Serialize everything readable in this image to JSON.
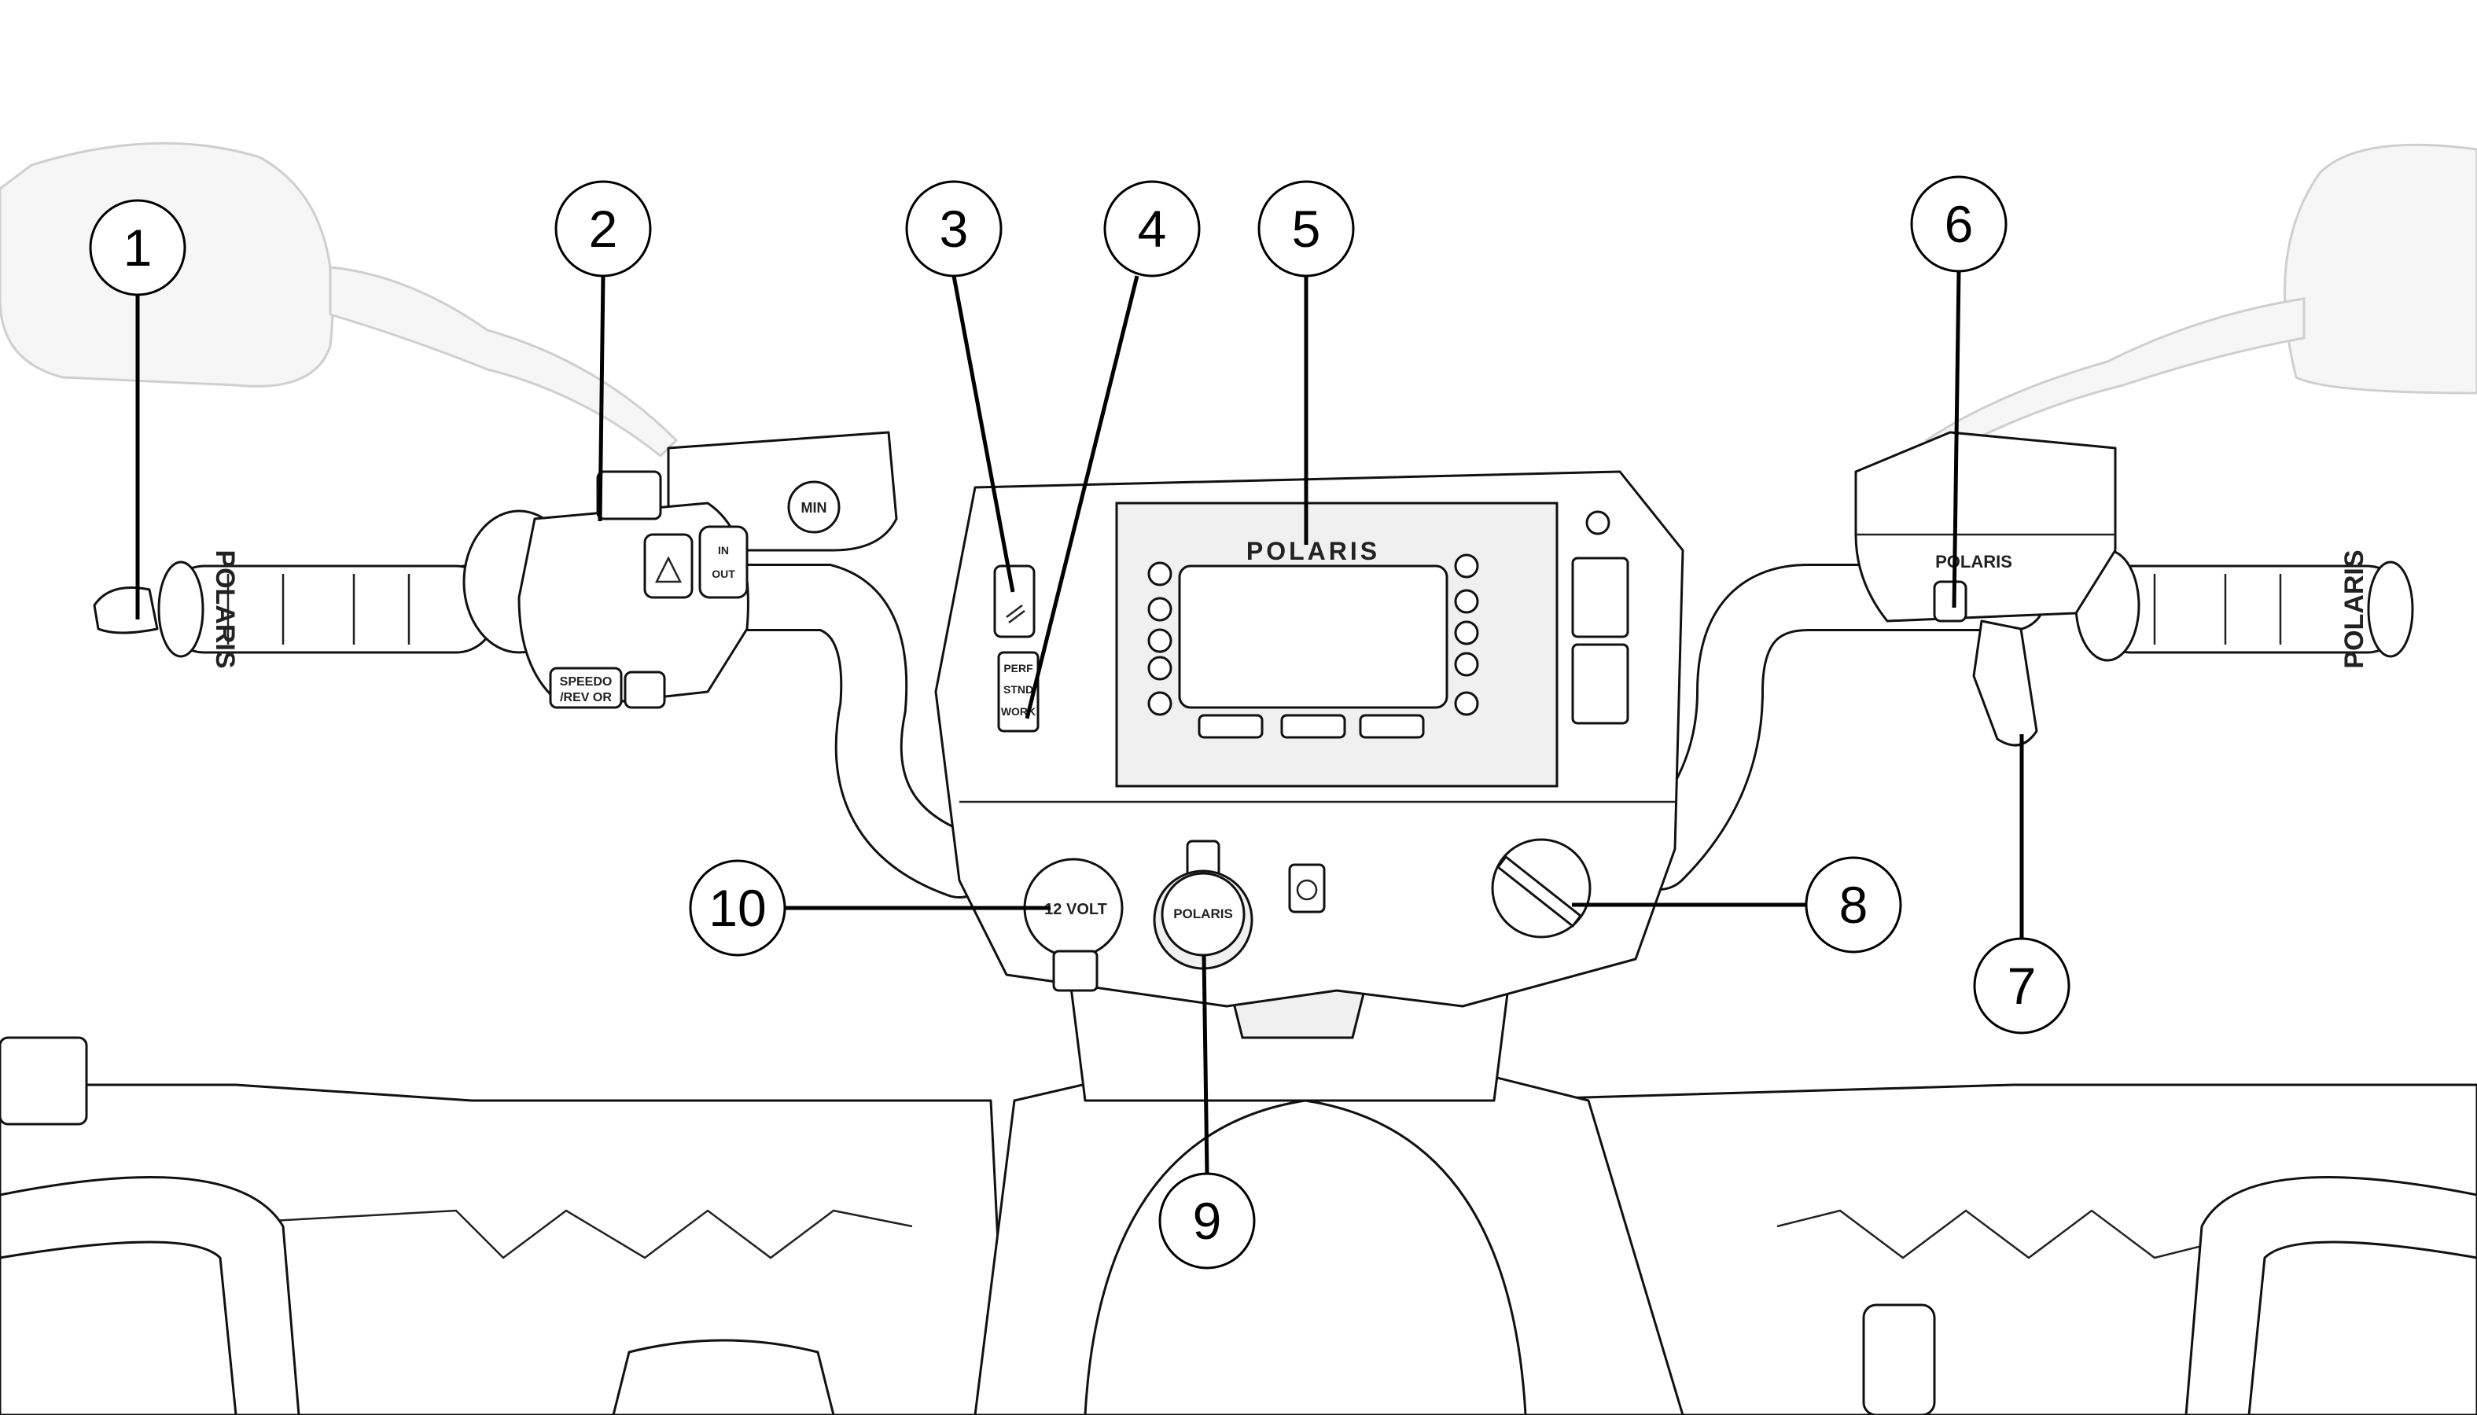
{
  "figure": {
    "callouts": [
      {
        "number": "1"
      },
      {
        "number": "2"
      },
      {
        "number": "3"
      },
      {
        "number": "4"
      },
      {
        "number": "5"
      },
      {
        "number": "6"
      },
      {
        "number": "7"
      },
      {
        "number": "8"
      },
      {
        "number": "9"
      },
      {
        "number": "10"
      }
    ],
    "part_labels": {
      "display_brand": "POLARIS",
      "accessory_cap_brand": "POLARIS",
      "right_control_brand": "POLARIS",
      "power_outlet": "12 VOLT",
      "mode_perf": "PERF",
      "mode_stnd": "STND",
      "mode_work": "WORK",
      "speedo_line1": "SPEEDO",
      "speedo_line2": "/REV OR",
      "winch_in": "IN",
      "winch_out": "OUT",
      "reservoir_min": "MIN",
      "grip_left": "POLARIS",
      "grip_right": "POLARIS"
    }
  }
}
